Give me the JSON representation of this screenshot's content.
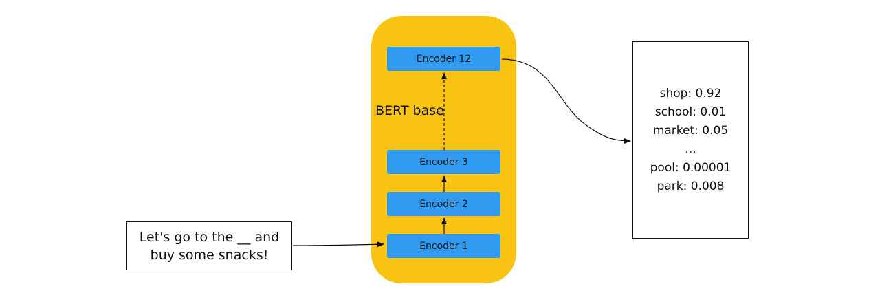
{
  "bert": {
    "label": "BERT base",
    "encoders": {
      "e12": "Encoder 12",
      "e3": "Encoder 3",
      "e2": "Encoder 2",
      "e1": "Encoder 1"
    }
  },
  "input": {
    "line1": "Let's go to the __ and",
    "line2": "buy some snacks!"
  },
  "output": {
    "items": [
      "shop: 0.92",
      "school: 0.01",
      "market: 0.05",
      "...",
      "pool: 0.00001",
      "park: 0.008"
    ]
  },
  "colors": {
    "container": "#f9c313",
    "encoder": "#2f9af0"
  }
}
